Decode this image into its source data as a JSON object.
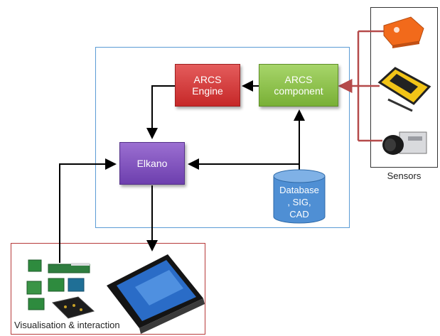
{
  "nodes": {
    "arcs_engine": "ARCS\nEngine",
    "arcs_component": "ARCS\ncomponent",
    "elkano": "Elkano",
    "database": [
      "Database",
      ", SIG,",
      "CAD"
    ]
  },
  "sensors": {
    "caption": "Sensors"
  },
  "visualisation": {
    "caption": "Visualisation & interaction"
  },
  "colors": {
    "engine": "#d64545",
    "component": "#8cc24b",
    "elkano": "#7d4fbf",
    "database": "#4f8fd4",
    "sensor_arrow": "#b54a4a",
    "main_frame": "#5b9bd5",
    "vis_frame": "#b73a3a"
  },
  "icons": [
    "orange-sensor-icon",
    "yellow-gps-receiver-icon",
    "industrial-camera-icon",
    "tablet-pc-icon",
    "electronics-boards-icon"
  ]
}
